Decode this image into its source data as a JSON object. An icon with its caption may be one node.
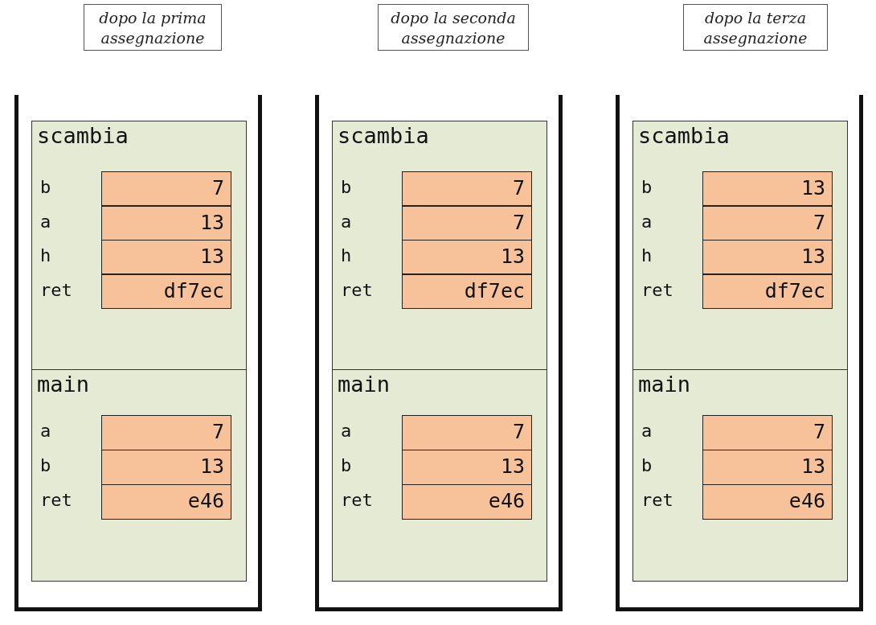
{
  "diagram": {
    "nodes": [
      {
        "text": [
          "dopo la prima assegnazione"
        ]
      },
      {
        "text": [],
        "shape": "box"
      },
      {
        "text": [
          "scambia"
        ],
        "in": 1
      },
      {
        "text": [
          "7"
        ],
        "in": 2,
        "beside": [
          "b"
        ]
      },
      {
        "text": [
          "13"
        ],
        "in": 2,
        "beside": [
          "a"
        ]
      },
      {
        "text": [
          "13"
        ],
        "in": 2,
        "beside": [
          "h"
        ]
      },
      {
        "text": [
          "df7ec"
        ],
        "in": 2,
        "beside": [
          "ret"
        ]
      },
      {
        "text": [
          "main"
        ],
        "in": 1
      },
      {
        "text": [
          "7"
        ],
        "in": 7,
        "beside": [
          "a"
        ]
      },
      {
        "text": [
          "13"
        ],
        "in": 7,
        "beside": [
          "b"
        ]
      },
      {
        "text": [
          "e46"
        ],
        "in": 7,
        "beside": [
          "ret"
        ]
      },
      {
        "text": [
          "dopo la seconda assegnazione"
        ]
      },
      {
        "text": [],
        "shape": "box"
      },
      {
        "text": [
          "scambia"
        ],
        "in": 12
      },
      {
        "text": [
          "7"
        ],
        "in": 13,
        "beside": [
          "b"
        ]
      },
      {
        "text": [
          "7"
        ],
        "in": 13,
        "beside": [
          "a"
        ]
      },
      {
        "text": [
          "13"
        ],
        "in": 13,
        "beside": [
          "h"
        ]
      },
      {
        "text": [
          "df7ec"
        ],
        "in": 13,
        "beside": [
          "ret"
        ]
      },
      {
        "text": [
          "main"
        ],
        "in": 12
      },
      {
        "text": [
          "7"
        ],
        "in": 18,
        "beside": [
          "a"
        ]
      },
      {
        "text": [
          "13"
        ],
        "in": 18,
        "beside": [
          "b"
        ]
      },
      {
        "text": [
          "e46"
        ],
        "in": 18,
        "beside": [
          "ret"
        ]
      },
      {
        "text": [
          "dopo la terza assegnazione"
        ]
      },
      {
        "text": [],
        "shape": "box"
      },
      {
        "text": [
          "scambia"
        ],
        "in": 23
      },
      {
        "text": [
          "13"
        ],
        "in": 24,
        "beside": [
          "b"
        ]
      },
      {
        "text": [
          "7"
        ],
        "in": 24,
        "beside": [
          "a"
        ]
      },
      {
        "text": [
          "13"
        ],
        "in": 24,
        "beside": [
          "h"
        ]
      },
      {
        "text": [
          "df7ec"
        ],
        "in": 24,
        "beside": [
          "ret"
        ]
      },
      {
        "text": [
          "main"
        ],
        "in": 23
      },
      {
        "text": [
          "7"
        ],
        "in": 29,
        "beside": [
          "a"
        ]
      },
      {
        "text": [
          "13"
        ],
        "in": 29,
        "beside": [
          "b"
        ]
      },
      {
        "text": [
          "e46"
        ],
        "in": 29,
        "beside": [
          "ret"
        ]
      }
    ]
  }
}
